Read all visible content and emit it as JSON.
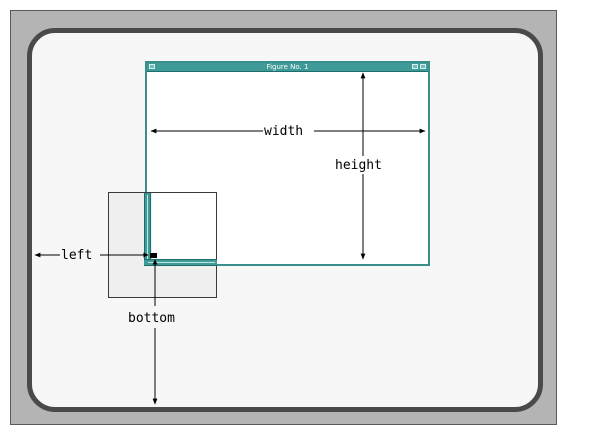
{
  "window": {
    "title": "Figure No. 1"
  },
  "dimensions": {
    "width_label": "width",
    "height_label": "height",
    "left_label": "left",
    "bottom_label": "bottom"
  },
  "colors": {
    "monitor_frame": "#b4b4b4",
    "screen": "#f7f7f7",
    "window_border": "#3e9b97",
    "arrows": "#000000"
  }
}
